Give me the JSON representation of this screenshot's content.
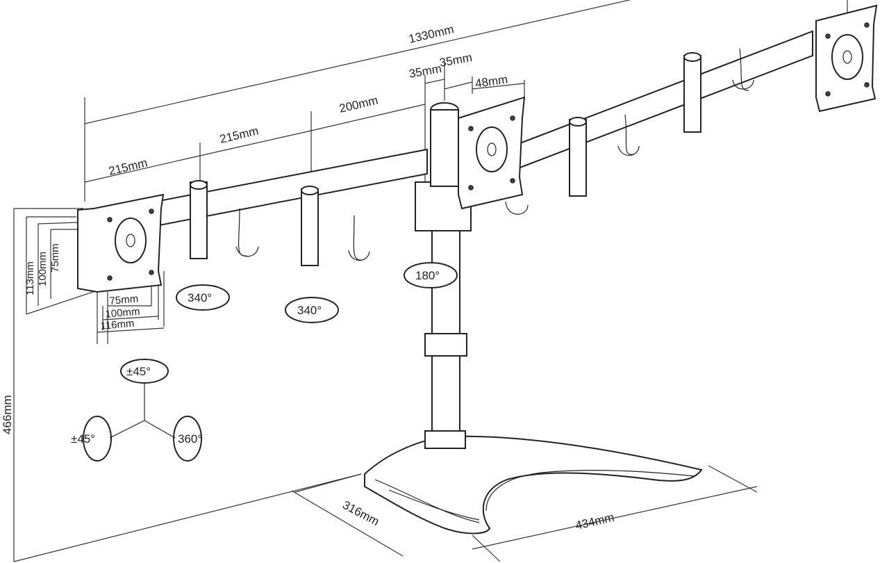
{
  "diagram": {
    "dimensions": {
      "overall_width": "1330mm",
      "arm_center_offset_a": "35mm",
      "arm_center_offset_b": "35mm",
      "head_offset": "48mm",
      "arm_segment_center": "200mm",
      "arm_segment_middle": "215mm",
      "arm_segment_left": "215mm",
      "vesa_height_max": "113mm",
      "vesa_height_mid": "100mm",
      "vesa_height_min": "75mm",
      "vesa_width_min": "75mm",
      "vesa_width_mid": "100mm",
      "vesa_width_max": "116mm",
      "total_height": "466mm",
      "base_depth": "316mm",
      "base_width": "434mm"
    },
    "rotations": {
      "arm_joint_left": "340°",
      "arm_joint_right": "340°",
      "pole_rotation": "180°",
      "tilt": "±45°",
      "swivel": "±45°",
      "rotate": "360°"
    }
  }
}
